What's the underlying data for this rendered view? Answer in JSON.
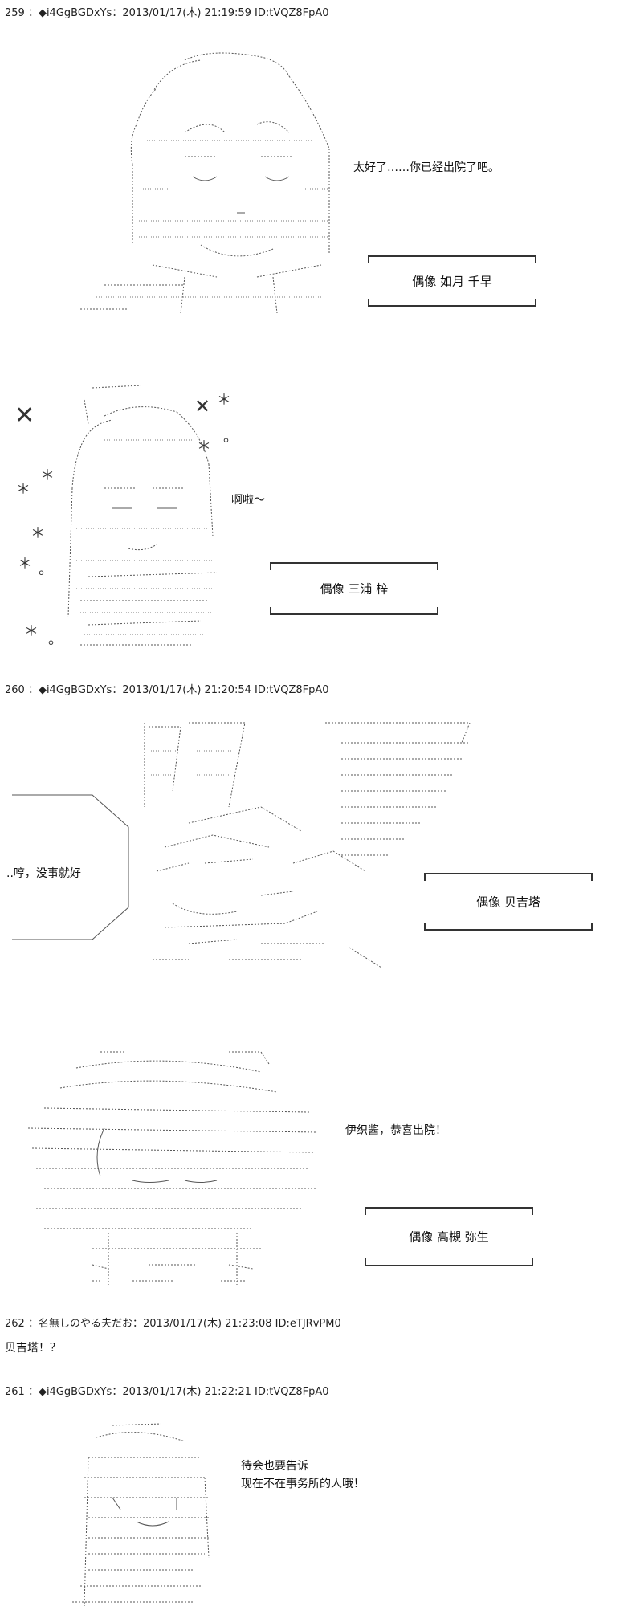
{
  "posts": {
    "p259": {
      "header": "259 ：◆i4GgBGDxYs：2013/01/17(木) 21:19:59 ID:tVQZ8FpA0",
      "speech1": "太好了……你已经出院了吧。",
      "plate1": "偶像  如月 千早",
      "speech2": "啊啦～",
      "plate2": "偶像  三浦 梓"
    },
    "p260": {
      "header": "260 ：◆i4GgBGDxYs：2013/01/17(木) 21:20:54 ID:tVQZ8FpA0",
      "speech1": "..哼，没事就好",
      "plate1": "偶像  贝吉塔",
      "speech2": "伊织酱，恭喜出院！",
      "plate2": "偶像  高槻 弥生"
    },
    "p262": {
      "header": "262 ：名無しのやる夫だお：2013/01/17(木) 21:23:08 ID:eTJRvPM0",
      "body": "贝吉塔！？"
    },
    "p261": {
      "header": "261 ：◆i4GgBGDxYs：2013/01/17(木) 21:22:21 ID:tVQZ8FpA0",
      "speech_line1": "待会也要告诉",
      "speech_line2": "现在不在事务所的人哦！"
    }
  },
  "icons": {
    "cross": "✕",
    "asterisk": "＊",
    "dot": "。"
  }
}
